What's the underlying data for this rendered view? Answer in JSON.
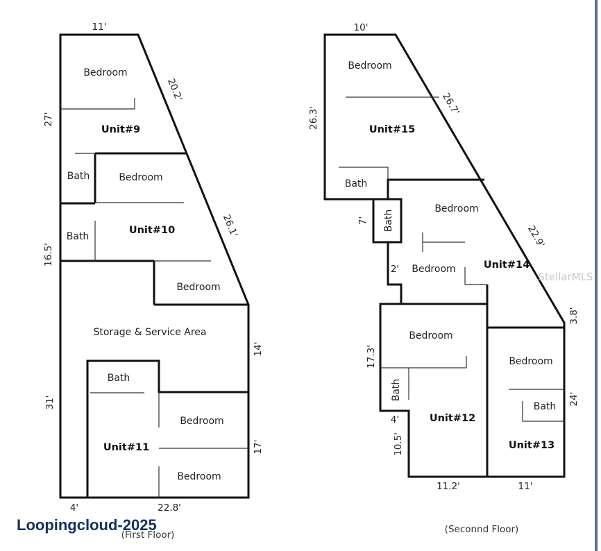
{
  "first_floor": {
    "caption": "(First Floor)",
    "units": {
      "u9": "Unit#9",
      "u10": "Unit#10",
      "u11": "Unit#11"
    },
    "rooms": {
      "bedroom_9a": "Bedroom",
      "bath_9": "Bath",
      "bedroom_9b": "Bedroom",
      "bath_10": "Bath",
      "bedroom_10": "Bedroom",
      "storage": "Storage & Service Area",
      "bath_11": "Bath",
      "bedroom_11a": "Bedroom",
      "bedroom_11b": "Bedroom"
    },
    "dimensions": {
      "top": "11'",
      "diag_upper": "20.2'",
      "left_upper": "27'",
      "diag_lower": "26.1'",
      "left_mid": "16.5'",
      "right_upper": "14'",
      "left_lower": "31'",
      "right_lower": "17'",
      "bottom_left": "4'",
      "bottom_right": "22.8'"
    }
  },
  "second_floor": {
    "caption": "(Seconnd Floor)",
    "units": {
      "u12": "Unit#12",
      "u13": "Unit#13",
      "u14": "Unit#14",
      "u15": "Unit#15"
    },
    "rooms": {
      "bedroom_15": "Bedroom",
      "bath_15": "Bath",
      "bath_14": "Bath",
      "bedroom_14a": "Bedroom",
      "bedroom_14b": "Bedroom",
      "bedroom_12": "Bedroom",
      "bath_12": "Bath",
      "bedroom_13": "Bedroom",
      "bath_13": "Bath"
    },
    "dimensions": {
      "top": "10'",
      "left_upper": "26.3'",
      "diag_upper": "26.7'",
      "step_a": "7'",
      "step_b": "2'",
      "diag_lower": "22.9'",
      "right_short": "3.8'",
      "left_lower": "17.3'",
      "right_lower": "24'",
      "step_c": "4'",
      "left_bottom": "10.5'",
      "bottom_left": "11.2'",
      "bottom_right": "11'"
    }
  },
  "watermark": "StellarMLS",
  "brand": "Loopingcloud-2025"
}
